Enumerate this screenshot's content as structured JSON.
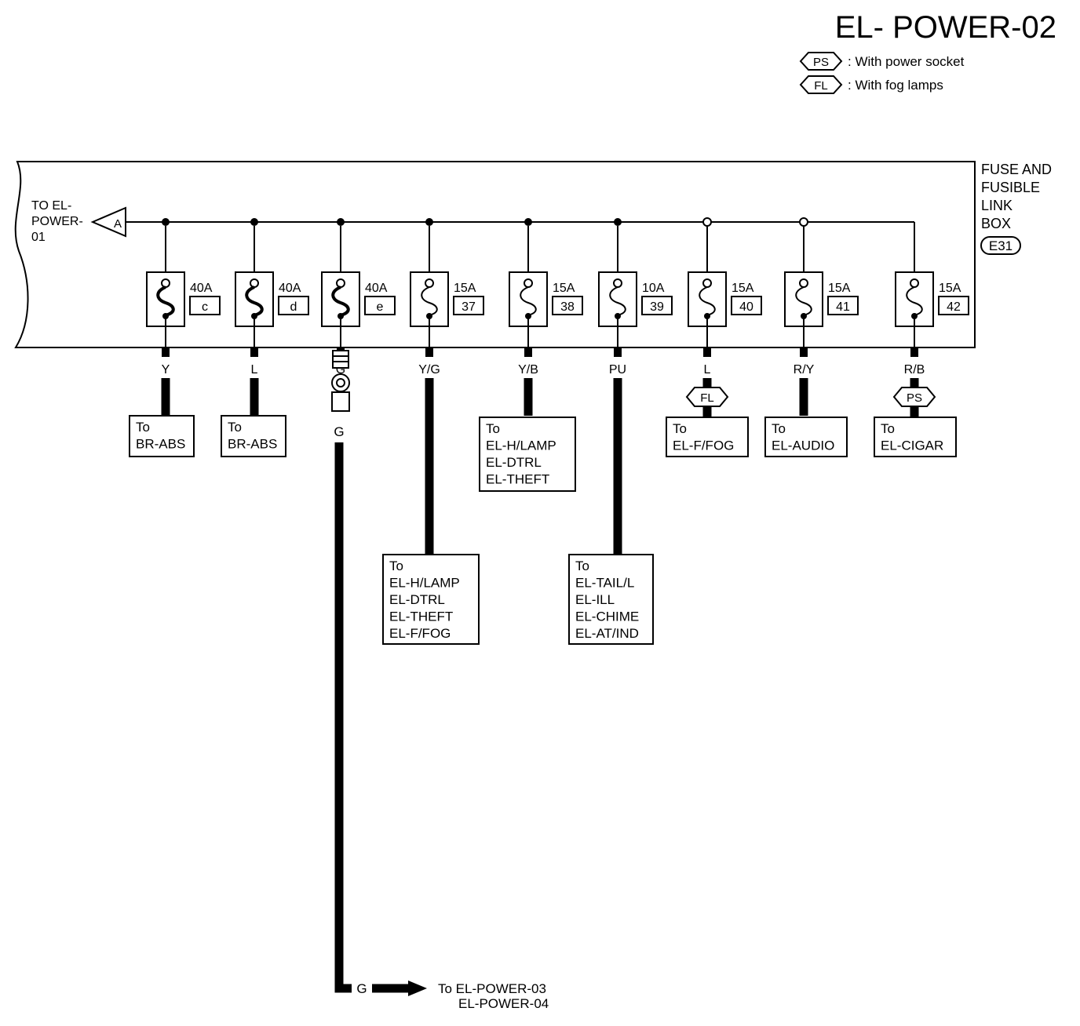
{
  "title": "EL- POWER-02",
  "legend": [
    {
      "code": "PS",
      "text": ": With power socket"
    },
    {
      "code": "FL",
      "text": ": With fog lamps"
    }
  ],
  "box": {
    "lines": [
      "FUSE AND",
      "FUSIBLE",
      "LINK",
      "BOX"
    ],
    "connector": "E31"
  },
  "input": {
    "lines": [
      "TO EL-",
      "POWER-",
      "01"
    ],
    "connector": "A"
  },
  "fuses": [
    {
      "rating": "40A",
      "id": "c",
      "wire": "Y",
      "dest": {
        "lines": [
          "To",
          "BR-ABS"
        ]
      }
    },
    {
      "rating": "40A",
      "id": "d",
      "wire": "L",
      "dest": {
        "lines": [
          "To",
          "BR-ABS"
        ]
      }
    },
    {
      "rating": "40A",
      "id": "e",
      "wire": "G",
      "dest": null
    },
    {
      "rating": "15A",
      "id": "37",
      "wire": "Y/G",
      "dest": {
        "lines": [
          "To",
          "EL-H/LAMP",
          "EL-DTRL",
          "EL-THEFT",
          "EL-F/FOG"
        ]
      }
    },
    {
      "rating": "15A",
      "id": "38",
      "wire": "Y/B",
      "dest": {
        "lines": [
          "To",
          "EL-H/LAMP",
          "EL-DTRL",
          "EL-THEFT"
        ]
      }
    },
    {
      "rating": "10A",
      "id": "39",
      "wire": "PU",
      "dest": {
        "lines": [
          "To",
          "EL-TAIL/L",
          "EL-ILL",
          "EL-CHIME",
          "EL-AT/IND"
        ]
      }
    },
    {
      "rating": "15A",
      "id": "40",
      "wire": "L",
      "option": "FL",
      "dest": {
        "lines": [
          "To",
          "EL-F/FOG"
        ]
      }
    },
    {
      "rating": "15A",
      "id": "41",
      "wire": "R/Y",
      "dest": {
        "lines": [
          "To",
          "EL-AUDIO"
        ]
      }
    },
    {
      "rating": "15A",
      "id": "42",
      "wire": "R/B",
      "option": "PS",
      "dest": {
        "lines": [
          "To",
          "EL-CIGAR"
        ]
      }
    }
  ],
  "ground_wire": {
    "label_top": "G",
    "label_bottom": "G",
    "dest_lines": [
      "To EL-POWER-03",
      "EL-POWER-04"
    ]
  }
}
